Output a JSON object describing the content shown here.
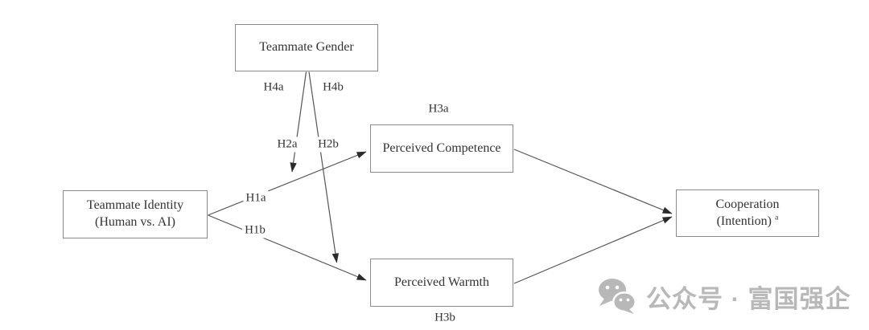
{
  "figure": {
    "nodes": {
      "teammate_gender": {
        "label": "Teammate Gender"
      },
      "teammate_identity": {
        "line1": "Teammate Identity",
        "line2": "(Human vs. AI)"
      },
      "perceived_competence": {
        "label": "Perceived Competence"
      },
      "perceived_warmth": {
        "label": "Perceived Warmth"
      },
      "cooperation": {
        "line1": "Cooperation",
        "line2": "(Intention)",
        "sup": "a"
      }
    },
    "hypothesis_labels": {
      "h1a": "H1a",
      "h1b": "H1b",
      "h2a": "H2a",
      "h2b": "H2b",
      "h3a": "H3a",
      "h3b": "H3b",
      "h4a": "H4a",
      "h4b": "H4b"
    },
    "colors": {
      "background": "#ffffff",
      "box_border": "#8a8a8a",
      "edge_line": "#555555",
      "arrowhead": "#2b2b2b",
      "text": "#333333",
      "watermark": "#b8b8b8"
    }
  },
  "watermark": {
    "icon": "wechat-icon",
    "text": "公众号 · 富国强企"
  }
}
